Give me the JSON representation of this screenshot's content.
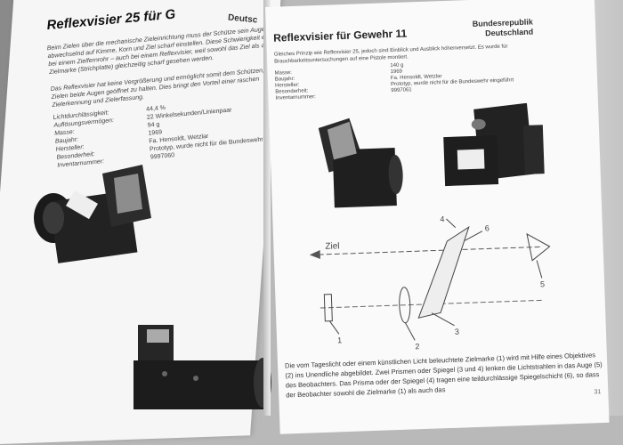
{
  "left_page": {
    "title": "Reflexvisier 25 für G",
    "country_partial": "Deutsc",
    "intro": "Beim Zielen über die mechanische Zieleinrichtung muss der Schütze sein Auge schnell abwechselnd auf Kimme, Korn und Ziel scharf einstellen. Diese Schwierigkeit entfällt bei einem Zielfernrohr – auch bei einem Reflexvisier, weil sowohl das Ziel als auch die Zielmarke (Strichplatte) gleichzeitig scharf gesehen werden.",
    "paragraph2": "Das Reflexvisier hat keine Vergrößerung und ermöglicht somit dem Schützen, beim Zielen beide Augen geöffnet zu halten. Dies bringt den Vorteil einer raschen Zielerkennung und Zielerfassung.",
    "specs": [
      {
        "label": "Lichtdurchlässigkeit:",
        "value": "44,4 %"
      },
      {
        "label": "Auflösungsvermögen:",
        "value": "22 Winkelsekunden/Linienpaar"
      },
      {
        "label": "Masse:",
        "value": "94 g"
      },
      {
        "label": "Baujahr:",
        "value": "1969"
      },
      {
        "label": "Hersteller:",
        "value": "Fa. Hensoldt, Wetzlar"
      },
      {
        "label": "Besonderheit:",
        "value": "Prototyp, wurde nicht für die Bundeswehr eingeführt"
      },
      {
        "label": "Inventarnummer:",
        "value": "9997060"
      }
    ]
  },
  "right_page": {
    "title": "Reflexvisier für Gewehr 11",
    "country_line1": "Bundesrepublik",
    "country_line2": "Deutschland",
    "intro": "Gleiches Prinzip wie Reflexvisier 25, jedoch sind Einblick und Ausblick höhenversetzt. Es wurde für Brauchbarkeitsuntersuchungen auf eine Pistole montiert.",
    "specs": [
      {
        "label": "Masse:",
        "value": "140 g"
      },
      {
        "label": "Baujahr:",
        "value": "1969"
      },
      {
        "label": "Hersteller:",
        "value": "Fa. Hensoldt, Wetzlar"
      },
      {
        "label": "Besonderheit:",
        "value": "Prototyp, wurde nicht für die Bundeswehr eingeführt"
      },
      {
        "label": "Inventarnummer:",
        "value": "9997061"
      }
    ],
    "diagram": {
      "arrow_label": "Ziel",
      "labels": [
        "1",
        "2",
        "3",
        "4",
        "5",
        "6"
      ]
    },
    "bottom_text": "Die vom Tageslicht oder einem künstlichen Licht beleuchtete Zielmarke (1) wird mit Hilfe eines Objektives (2) ins Unendliche abgebildet. Zwei Prismen oder Spiegel (3 und 4) lenken die Lichtstrahlen in das Auge (5) des Beobachters. Das Prisma oder der Spiegel (4) tragen eine teildurchlässige Spiegelschicht (6), so dass der Beobachter sowohl die Zielmarke (1) als auch das",
    "page_number": "31"
  }
}
